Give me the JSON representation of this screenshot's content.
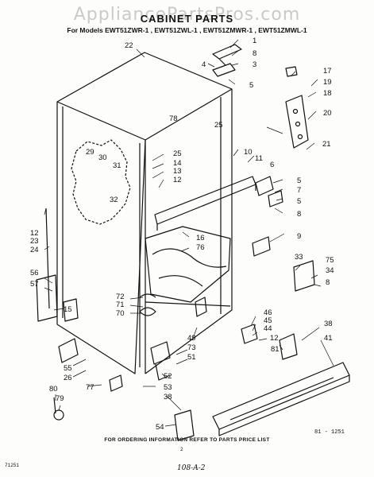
{
  "watermark": "AppliancePartsPros.com",
  "title": "CABINET PARTS",
  "subtitle": "For Models EWT51ZWR-1 , EWT51ZWL-1 , EWT51ZMWR-1 , EWT51ZMWL-1",
  "footer_note": "FOR ORDERING INFORMATION REFER TO PARTS PRICE LIST",
  "ref_code": "81 - 1251",
  "left_code": "71251",
  "page_number": "2",
  "handwritten": "108-A-2",
  "callouts": [
    "1",
    "8",
    "3",
    "4",
    "5",
    "22",
    "78",
    "25",
    "17",
    "19",
    "18",
    "20",
    "25",
    "14",
    "13",
    "12",
    "10",
    "11",
    "6",
    "5",
    "7",
    "5",
    "8",
    "29",
    "30",
    "31",
    "32",
    "21",
    "9",
    "12",
    "23",
    "24",
    "16",
    "76",
    "33",
    "75",
    "34",
    "8",
    "56",
    "57",
    "72",
    "71",
    "70",
    "15",
    "46",
    "45",
    "44",
    "12",
    "81",
    "38",
    "41",
    "49",
    "73",
    "51",
    "55",
    "26",
    "77",
    "52",
    "53",
    "38",
    "80",
    "79",
    "54"
  ]
}
